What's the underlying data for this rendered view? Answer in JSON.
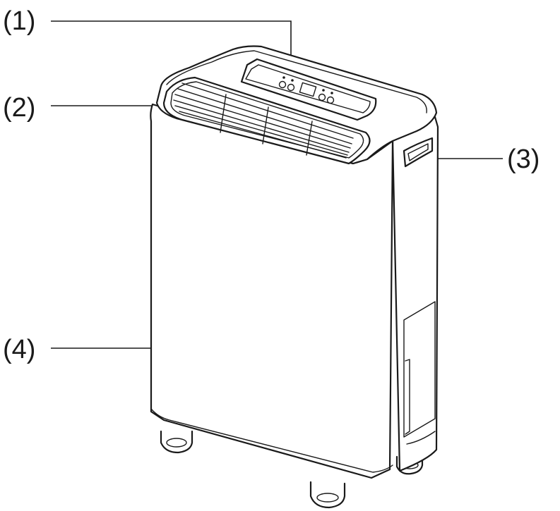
{
  "callouts": [
    {
      "id": "1",
      "text": "(1)"
    },
    {
      "id": "2",
      "text": "(2)"
    },
    {
      "id": "3",
      "text": "(3)"
    },
    {
      "id": "4",
      "text": "(4)"
    }
  ],
  "colors": {
    "line": "#1a1a1a",
    "background": "#ffffff"
  }
}
